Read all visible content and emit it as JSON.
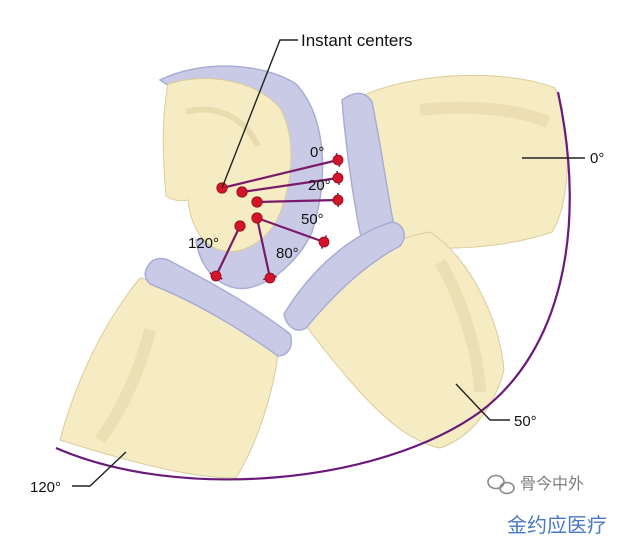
{
  "diagram": {
    "callout_label": "Instant centers",
    "angle_labels": [
      "0°",
      "20°",
      "50°",
      "80°",
      "120°"
    ],
    "position_labels": [
      "0°",
      "50°",
      "120°"
    ]
  },
  "watermark": {
    "account_name": "骨今中外",
    "source_text": "金约应医疗"
  },
  "colors": {
    "bone_fill": "#f6ecc4",
    "bone_shadow": "#e2d6a6",
    "cartilage": "#c9cbe6",
    "cartilage_edge": "#a9acd3",
    "arc": "#6a1a7a",
    "vector_line": "#7a1a6a",
    "center_dot": "#d4142a",
    "leader": "#222222",
    "watermark": "#7f7f7f",
    "watermark_accent": "#4a78c4"
  }
}
